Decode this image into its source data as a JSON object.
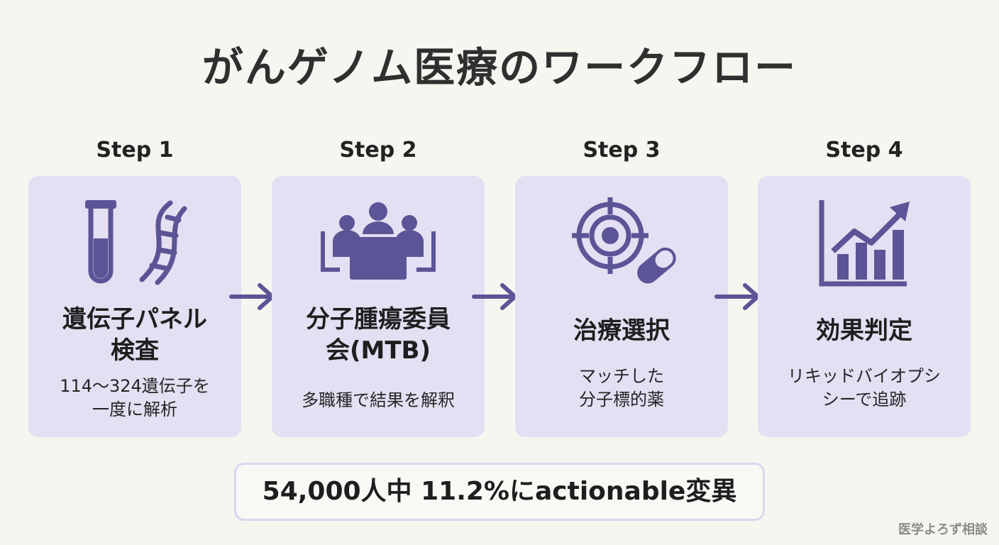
{
  "title": "がんゲノム医療のワークフロー",
  "steps": [
    {
      "label": "Step 1",
      "heading": "遺伝子パネル\n検査",
      "description": "114〜324遺伝子を\n一度に解析",
      "icons": [
        "test-tube-icon",
        "dna-icon"
      ]
    },
    {
      "label": "Step 2",
      "heading": "分子腫瘍委員\n会(MTB)",
      "description": "多職種で結果を解釈",
      "icons": [
        "team-meeting-icon"
      ]
    },
    {
      "label": "Step 3",
      "heading": "治療選択",
      "description": "マッチした\n分子標的薬",
      "icons": [
        "target-icon",
        "capsule-icon"
      ]
    },
    {
      "label": "Step 4",
      "heading": "効果判定",
      "description": "リキッドバイオプシ\nシーで追跡",
      "icons": [
        "growth-chart-icon"
      ]
    }
  ],
  "summary": "54,000人中 11.2%にactionable変異",
  "brand": "医学よろず相談",
  "colors": {
    "background": "#f6f5f0",
    "card": "#e4dff2",
    "icon": "#5b5496",
    "summary_border": "#ddd6ef",
    "text": "#1e1e1e",
    "brand_text": "#8b8b8b"
  }
}
